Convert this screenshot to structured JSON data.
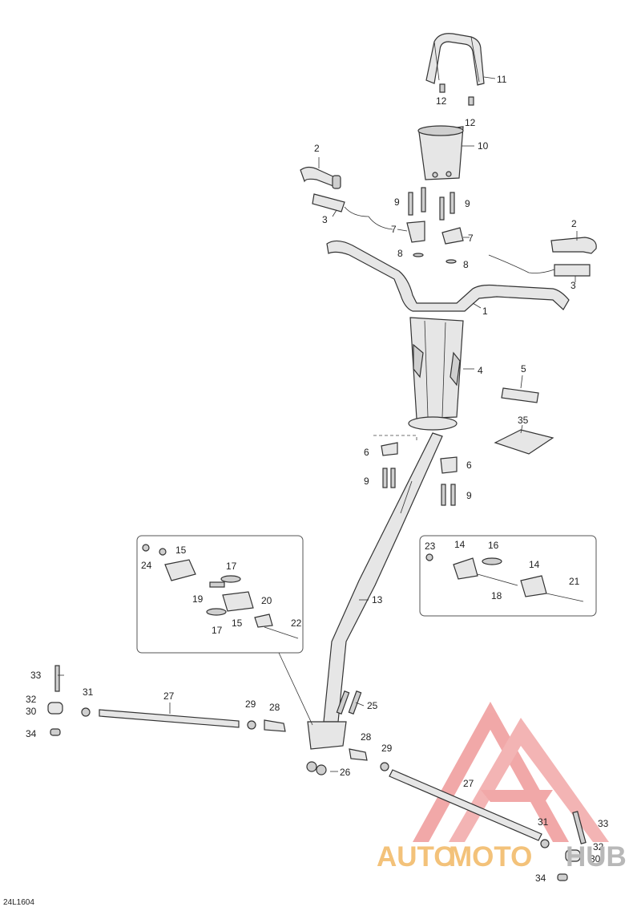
{
  "diagram": {
    "reference_code": "24L1604",
    "callouts": {
      "c1": "1",
      "c2a": "2",
      "c2b": "2",
      "c3a": "3",
      "c3b": "3",
      "c4": "4",
      "c5": "5",
      "c6a": "6",
      "c6b": "6",
      "c7a": "7",
      "c7b": "7",
      "c8a": "8",
      "c8b": "8",
      "c9a": "9",
      "c9b": "9",
      "c9c": "9",
      "c9d": "9",
      "c10": "10",
      "c11": "11",
      "c12a": "12",
      "c12b": "12",
      "c13": "13",
      "c14a": "14",
      "c14b": "14",
      "c15a": "15",
      "c15b": "15",
      "c16": "16",
      "c17a": "17",
      "c17b": "17",
      "c18": "18",
      "c19": "19",
      "c20": "20",
      "c21": "21",
      "c22": "22",
      "c23": "23",
      "c24": "24",
      "c25": "25",
      "c26": "26",
      "c27a": "27",
      "c27b": "27",
      "c28a": "28",
      "c28b": "28",
      "c29a": "29",
      "c29b": "29",
      "c30a": "30",
      "c30b": "30",
      "c31a": "31",
      "c31b": "31",
      "c32a": "32",
      "c32b": "32",
      "c33a": "33",
      "c33b": "33",
      "c34a": "34",
      "c34b": "34",
      "c35": "35"
    }
  },
  "watermark": {
    "part1": "AUTO",
    "part2": "MOTO",
    "part3": "HUB",
    "accent_color": "#e8a0a0",
    "text_color_1": "#f3c27a",
    "text_color_2": "#b8b8b8"
  }
}
